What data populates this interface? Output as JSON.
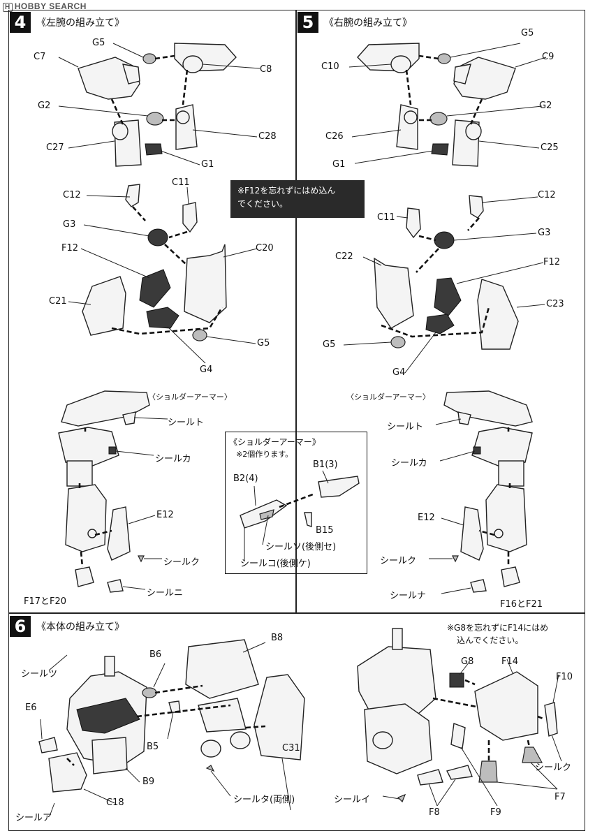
{
  "watermark": "HOBBY SEARCH",
  "step4": {
    "number": "4",
    "title": "《左腕の組み立て》",
    "labels": [
      "G5",
      "C7",
      "C8",
      "G2",
      "C28",
      "C27",
      "G1",
      "C12",
      "C11",
      "G3",
      "C20",
      "F12",
      "C21",
      "G5",
      "G4"
    ],
    "shoulder_title": "〈ショルダーアーマー〉",
    "shoulder_labels": [
      "シールト",
      "シールカ",
      "E12",
      "シールク",
      "シールニ",
      "F17とF20"
    ]
  },
  "step5": {
    "number": "5",
    "title": "《右腕の組み立て》",
    "labels": [
      "G5",
      "C10",
      "C9",
      "G2",
      "C26",
      "C25",
      "G1",
      "C12",
      "C11",
      "G3",
      "C22",
      "F12",
      "C23",
      "G5",
      "G4"
    ],
    "shoulder_title": "〈ショルダーアーマー〉",
    "shoulder_labels": [
      "シールト",
      "シールカ",
      "E12",
      "シールク",
      "シールナ",
      "F16とF21"
    ]
  },
  "note_f12": {
    "line1": "※F12を忘れずにはめ込ん",
    "line2": "でください。"
  },
  "inset": {
    "title": "《ショルダーアーマー》",
    "subtitle": "※2個作ります。",
    "labels": [
      "B1(3)",
      "B2(4)",
      "B15",
      "シールソ(後側セ)",
      "シールコ(後側ケ)"
    ]
  },
  "step6": {
    "number": "6",
    "title": "《本体の組み立て》",
    "labels": [
      "B8",
      "シールツ",
      "B6",
      "E6",
      "B5",
      "C31",
      "B9",
      "C18",
      "シールア",
      "シールタ(両側)"
    ],
    "note": {
      "line1": "※G8を忘れずにF14にはめ",
      "line2": "込んでください。"
    },
    "labels_right": [
      "G8",
      "F14",
      "F10",
      "シールク",
      "F7",
      "シールイ",
      "F8",
      "F9"
    ]
  }
}
